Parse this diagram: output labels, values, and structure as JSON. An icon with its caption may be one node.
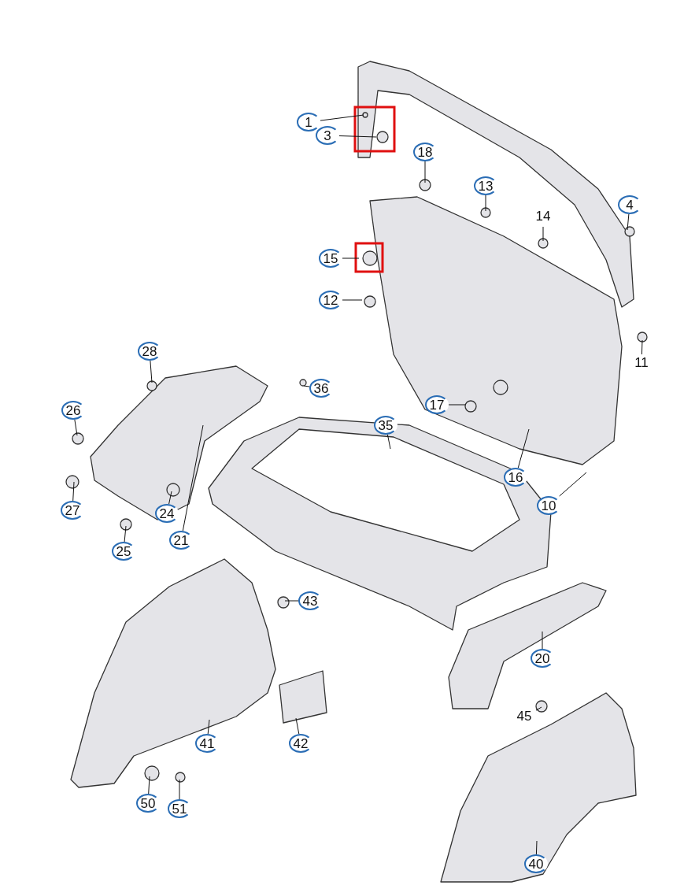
{
  "diagram": {
    "nodes": [
      {
        "text": [
          "1"
        ]
      },
      {
        "text": [
          "3"
        ]
      },
      {
        "text": [
          "18"
        ]
      },
      {
        "text": [
          "13"
        ]
      },
      {
        "text": [
          "4"
        ]
      },
      {
        "text": [
          "14"
        ]
      },
      {
        "text": [
          "15"
        ]
      },
      {
        "text": [
          "12"
        ]
      },
      {
        "text": [
          "11"
        ]
      },
      {
        "text": [
          "28"
        ]
      },
      {
        "text": [
          "36"
        ]
      },
      {
        "text": [
          "17"
        ]
      },
      {
        "text": [
          "26"
        ]
      },
      {
        "text": [
          "35"
        ]
      },
      {
        "text": [
          "16"
        ]
      },
      {
        "text": [
          "10"
        ]
      },
      {
        "text": [
          "27"
        ]
      },
      {
        "text": [
          "24"
        ]
      },
      {
        "text": [
          "21"
        ]
      },
      {
        "text": [
          "25"
        ]
      },
      {
        "text": [
          "43"
        ]
      },
      {
        "text": [
          "20"
        ]
      },
      {
        "text": [
          "45"
        ]
      },
      {
        "text": [
          "41"
        ]
      },
      {
        "text": [
          "42"
        ]
      },
      {
        "text": [
          "50"
        ]
      },
      {
        "text": [
          "51"
        ]
      },
      {
        "text": [
          "40"
        ]
      }
    ],
    "edges": [
      {
        "from": 0,
        "to": null,
        "arrow": "none"
      },
      {
        "from": 1,
        "to": null,
        "arrow": "none"
      },
      {
        "from": 2,
        "to": null,
        "arrow": "none"
      },
      {
        "from": 3,
        "to": null,
        "arrow": "none"
      },
      {
        "from": 4,
        "to": null,
        "arrow": "none"
      },
      {
        "from": 5,
        "to": null,
        "arrow": "none"
      },
      {
        "from": 6,
        "to": null,
        "arrow": "none"
      },
      {
        "from": 7,
        "to": null,
        "arrow": "none"
      },
      {
        "from": 8,
        "to": null,
        "arrow": "none"
      },
      {
        "from": 9,
        "to": null,
        "arrow": "none"
      },
      {
        "from": 10,
        "to": null,
        "arrow": "none"
      },
      {
        "from": 11,
        "to": null,
        "arrow": "none"
      },
      {
        "from": 12,
        "to": null,
        "arrow": "none"
      },
      {
        "from": 13,
        "to": null,
        "arrow": "none"
      },
      {
        "from": 14,
        "to": null,
        "arrow": "none"
      },
      {
        "from": 15,
        "to": null,
        "arrow": "none"
      },
      {
        "from": 16,
        "to": null,
        "arrow": "none"
      },
      {
        "from": 17,
        "to": null,
        "arrow": "none"
      },
      {
        "from": 18,
        "to": null,
        "arrow": "none"
      },
      {
        "from": 19,
        "to": null,
        "arrow": "none"
      },
      {
        "from": 20,
        "to": null,
        "arrow": "none"
      },
      {
        "from": 21,
        "to": null,
        "arrow": "none"
      },
      {
        "from": 22,
        "to": null,
        "arrow": "none"
      },
      {
        "from": 23,
        "to": null,
        "arrow": "none"
      },
      {
        "from": 24,
        "to": null,
        "arrow": "none"
      },
      {
        "from": 25,
        "to": null,
        "arrow": "none"
      },
      {
        "from": 26,
        "to": null,
        "arrow": "none"
      },
      {
        "from": 27,
        "to": null,
        "arrow": "none"
      }
    ]
  }
}
